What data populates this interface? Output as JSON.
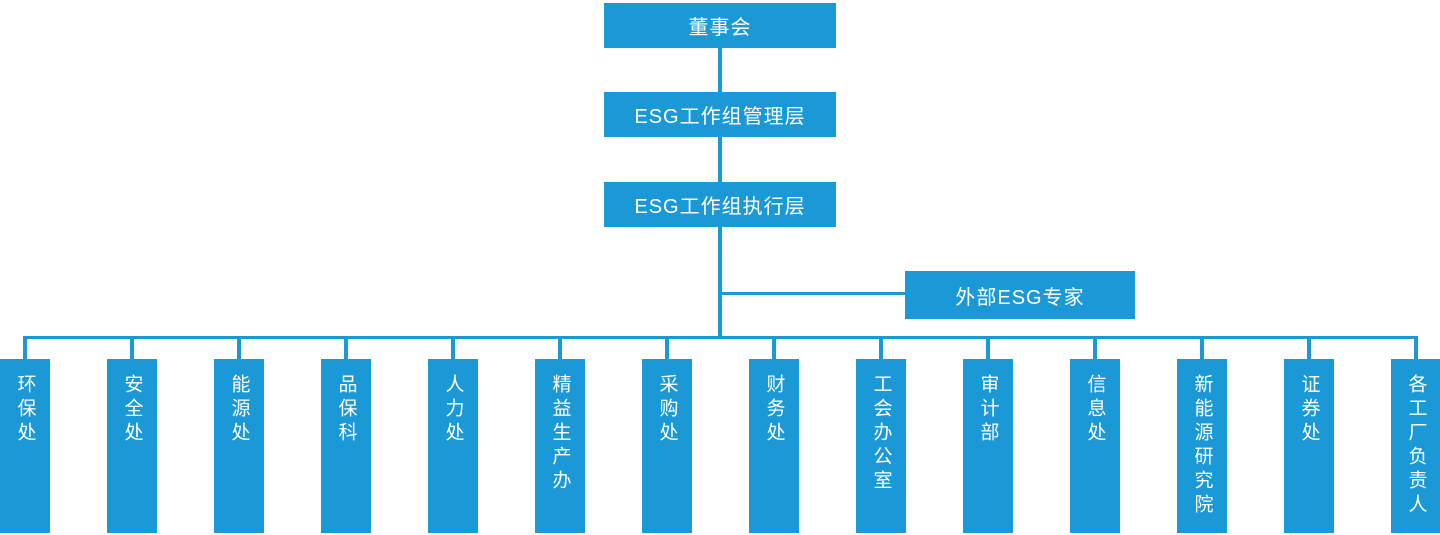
{
  "colors": {
    "accent": "#1B99D6",
    "text_on_accent": "#FFFFFF",
    "background": "#FFFFFF"
  },
  "nodes": {
    "board": "董事会",
    "management": "ESG工作组管理层",
    "execution": "ESG工作组执行层",
    "external_expert": "外部ESG专家"
  },
  "departments": [
    "环保处",
    "安全处",
    "能源处",
    "品保科",
    "人力处",
    "精益生产办",
    "采购处",
    "财务处",
    "工会办公室",
    "审计部",
    "信息处",
    "新能源研究院",
    "证券处",
    "各工厂负责人"
  ]
}
